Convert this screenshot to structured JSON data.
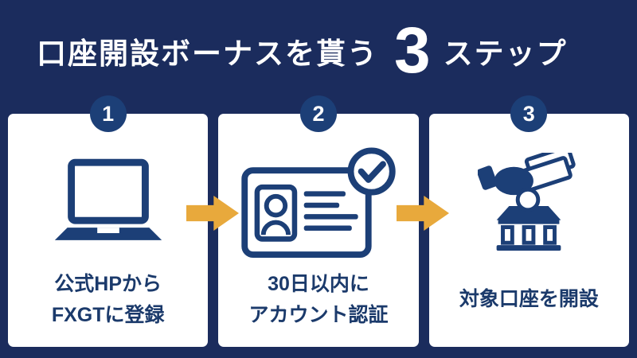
{
  "title": {
    "prefix": "口座開設ボーナスを貰う",
    "big_number": "3",
    "suffix": "ステップ"
  },
  "colors": {
    "background": "#1b2c5d",
    "card_background": "#ffffff",
    "navy_accent": "#1c3f77",
    "caption_text": "#1b3a6b",
    "arrow_gold": "#e8a93c",
    "title_text": "#ffffff"
  },
  "steps": [
    {
      "number": "1",
      "icon": "laptop-icon",
      "lines": [
        "公式HPから",
        "FXGTに登録"
      ]
    },
    {
      "number": "2",
      "icon": "id-card-check-icon",
      "lines": [
        "30日以内に",
        "アカウント認証"
      ]
    },
    {
      "number": "3",
      "icon": "bank-deposit-icon",
      "lines": [
        "対象口座を開設"
      ]
    }
  ]
}
